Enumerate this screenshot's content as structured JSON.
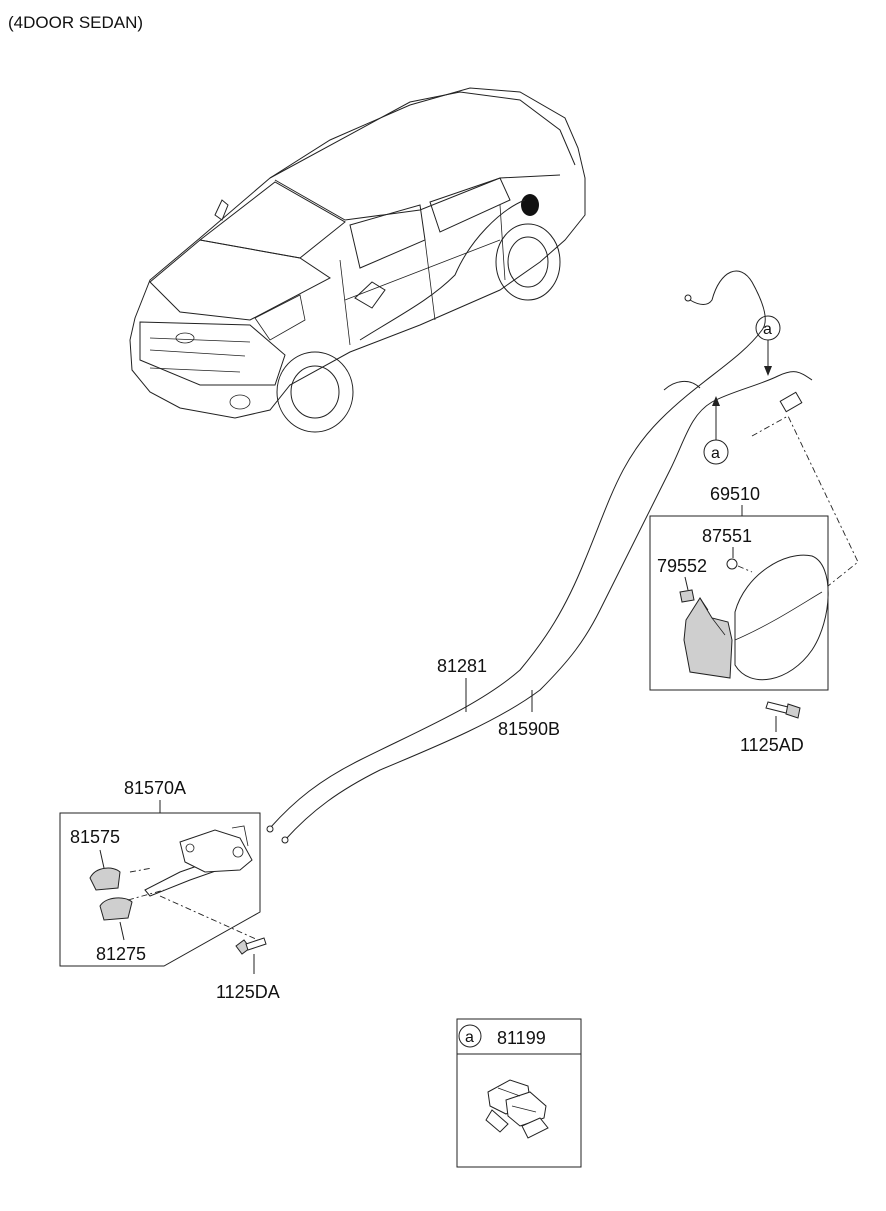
{
  "title": "(4DOOR SEDAN)",
  "callout_letter": "a",
  "labels": {
    "fuel_door": "69510",
    "p87551": "87551",
    "p79552": "79552",
    "screw_1125AD": "1125AD",
    "cable_81281": "81281",
    "cable_81590B": "81590B",
    "lever_assy": "81570A",
    "p81575": "81575",
    "p81275": "81275",
    "bolt_1125DA": "1125DA",
    "clip_81199": "81199"
  }
}
